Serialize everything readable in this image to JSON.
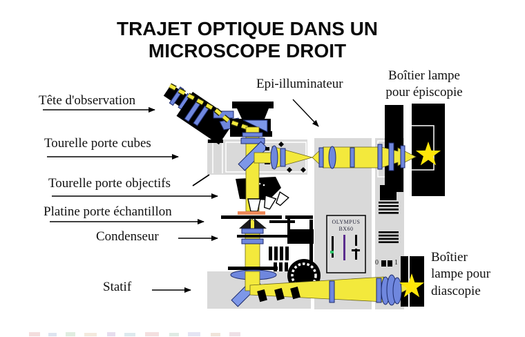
{
  "title": {
    "line1": "TRAJET OPTIQUE DANS UN",
    "line2": "MICROSCOPE DROIT"
  },
  "labels": {
    "tete_observation": "Tête d'observation",
    "tourelle_porte_cubes": "Tourelle porte cubes",
    "tourelle_porte_objectifs": "Tourelle porte objectifs",
    "platine_porte_echantillon": "Platine porte échantillon",
    "condenseur": "Condenseur",
    "statif": "Statif",
    "epi_illuminateur": "Epi-illuminateur",
    "boitier_lampe_episcopie": "Boîtier lampe pour épiscopie",
    "boitier_lampe_diascopie": "Boîtier lampe pour diascopie"
  },
  "control_panel": {
    "brand": "OLYMPUS",
    "model": "BX60"
  },
  "power_switch": {
    "off_label": "0",
    "on_label": "1"
  },
  "colors": {
    "beam_yellow": "#f3e93c",
    "lens_blue": "#6f87de",
    "mirror_blue": "#7d97e8",
    "body_gray": "#d9d9d9",
    "panel_gray": "#dcdcdc",
    "specimen_orange": "#ef8a5a",
    "lamp_star_yellow": "#ffe60a",
    "slider_purple": "#5b2d8e",
    "indicator_green": "#2ec46a"
  }
}
